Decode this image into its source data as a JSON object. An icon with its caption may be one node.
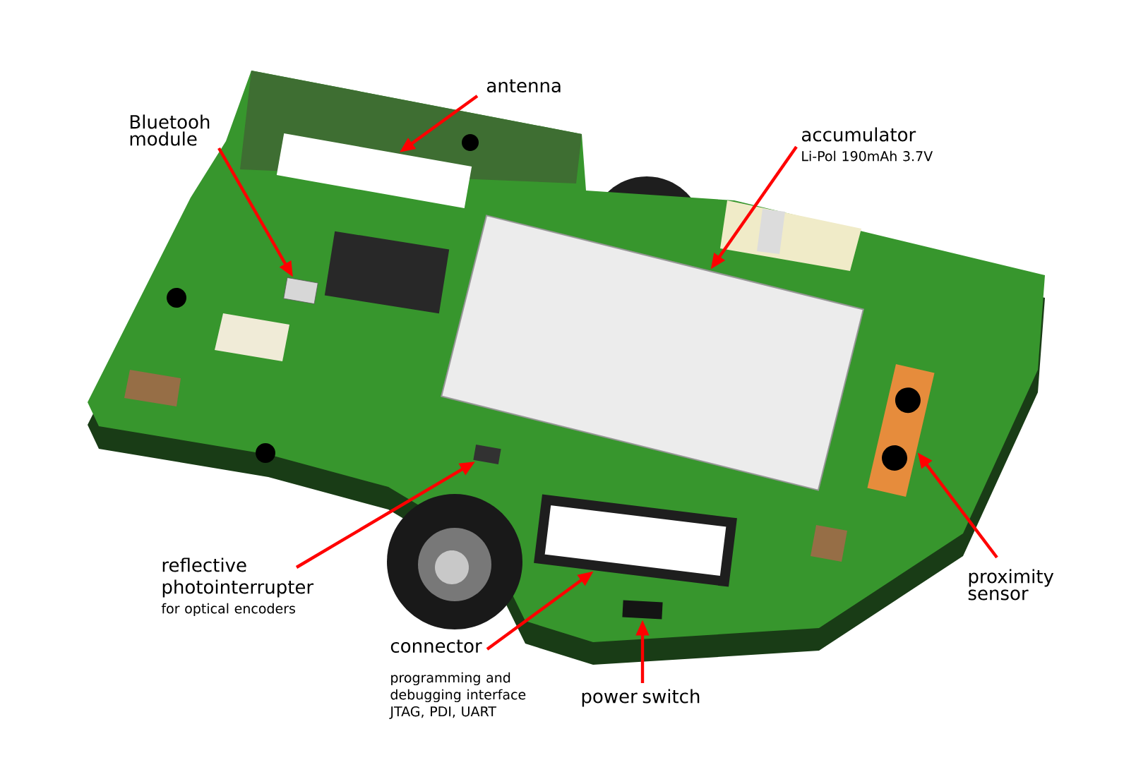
{
  "diagram": {
    "nodes": [
      {
        "text": [
          "antenna"
        ]
      },
      {
        "text": [
          "Bluetooh module"
        ]
      },
      {
        "text": [
          "accumulator",
          "Li-Pol 190mAh 3.7V"
        ]
      },
      {
        "text": [
          "reflective photointerrupter",
          "for optical encoders"
        ]
      },
      {
        "text": [
          "connector",
          "programming and debugging interface JTAG, PDI, UART"
        ]
      },
      {
        "text": [
          "power switch"
        ]
      },
      {
        "text": [
          "proximity sensor"
        ]
      },
      {
        "text": [],
        "shape": "box"
      },
      {
        "text": [],
        "shape": "box"
      },
      {
        "text": [],
        "shape": "box"
      },
      {
        "text": [],
        "shape": "box"
      },
      {
        "text": [],
        "shape": "box"
      },
      {
        "text": [],
        "shape": "box"
      },
      {
        "text": [],
        "shape": "box"
      },
      {
        "text": [],
        "shape": "box"
      }
    ],
    "edges": [
      {
        "from": 0,
        "to": 7,
        "arrow": "to"
      },
      {
        "from": 1,
        "to": 8,
        "arrow": "to"
      },
      {
        "from": 2,
        "to": 9,
        "arrow": "to"
      },
      {
        "from": 3,
        "to": 10,
        "arrow": "to"
      },
      {
        "from": 4,
        "to": 11,
        "arrow": "to"
      },
      {
        "from": 5,
        "to": 12,
        "arrow": "to"
      },
      {
        "from": 6,
        "to": 13,
        "arrow": "to"
      }
    ]
  }
}
